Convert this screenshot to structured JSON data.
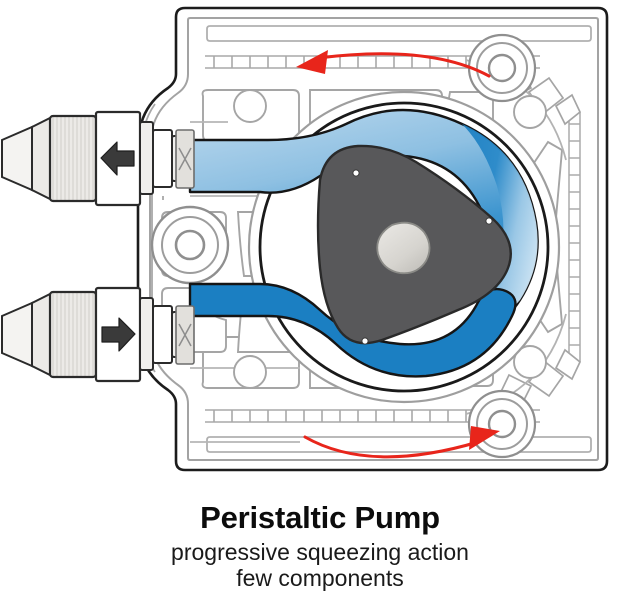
{
  "figure": {
    "kind": "technical-illustration",
    "subject": "peristaltic-pump-cutaway"
  },
  "caption": {
    "title": "Peristaltic Pump",
    "subtitle_line_1": "progressive squeezing action",
    "subtitle_line_2": "few components"
  },
  "colors": {
    "background": "#ffffff",
    "housing_fill": "#ffffff",
    "housing_outline": "#1c1c1c",
    "housing_rib": "#9b9b9b",
    "housing_rib_light": "#b9b9b9",
    "tube_blue": "#1b7fc2",
    "tube_blue_light": "#97c6e6",
    "tube_outline": "#151515",
    "rotor_gray": "#58585a",
    "rotor_outline": "#2a2a2a",
    "hub_light": "#d8d6d2",
    "arrow_red": "#e8251b",
    "arrow_black": "#3a3a3a",
    "fitting_gray": "#e7e6e4",
    "fitting_outline": "#2b2b2b",
    "text_black": "#0c0c0c"
  },
  "ports": {
    "outlet": {
      "label": "outlet-port",
      "position": "upper-left",
      "flow_arrow_direction": "left",
      "arrow_glyph": "◀"
    },
    "inlet": {
      "label": "inlet-port",
      "position": "lower-left",
      "flow_arrow_direction": "right",
      "arrow_glyph": "▶"
    }
  },
  "rotation": {
    "direction": "counterclockwise",
    "top_arrow_direction": "left",
    "bottom_arrow_direction": "right",
    "arrow_color": "#e8251b"
  },
  "rotor": {
    "name": "three-lobe-roller-rotor",
    "lobe_count": 3,
    "roller_pin_count": 3,
    "hub": "center-hub"
  },
  "components": {
    "housing": "pump-housing",
    "tube": "flexible-pump-tube",
    "clamps": 2,
    "hose_barbs": 2,
    "mounting_bosses": 3
  }
}
